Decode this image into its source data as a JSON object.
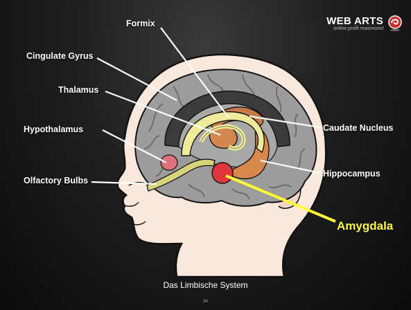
{
  "logo": {
    "name": "WEB ARTS",
    "tagline": "online profit maximized"
  },
  "labels": {
    "formix": "Formix",
    "cingulate_gyrus": "Cingulate Gyrus",
    "thalamus": "Thalamus",
    "hypothalamus": "Hypothalamus",
    "olfactory_bulbs": "Olfactory Bulbs",
    "caudate_nucleus": "Caudate Nucleus",
    "hippocampus": "Hippocampus",
    "amygdala": "Amygdala"
  },
  "footer": {
    "title": "Das Limbische System",
    "page_number": "34"
  },
  "colors": {
    "highlight": "#ffff33",
    "label_text": "#ffffff",
    "amygdala": "#e0343f",
    "hippocampus": "#d9874a",
    "fornix": "#f0eb9a",
    "brain": "#9a9a9a",
    "skin": "#fbe8dd"
  }
}
